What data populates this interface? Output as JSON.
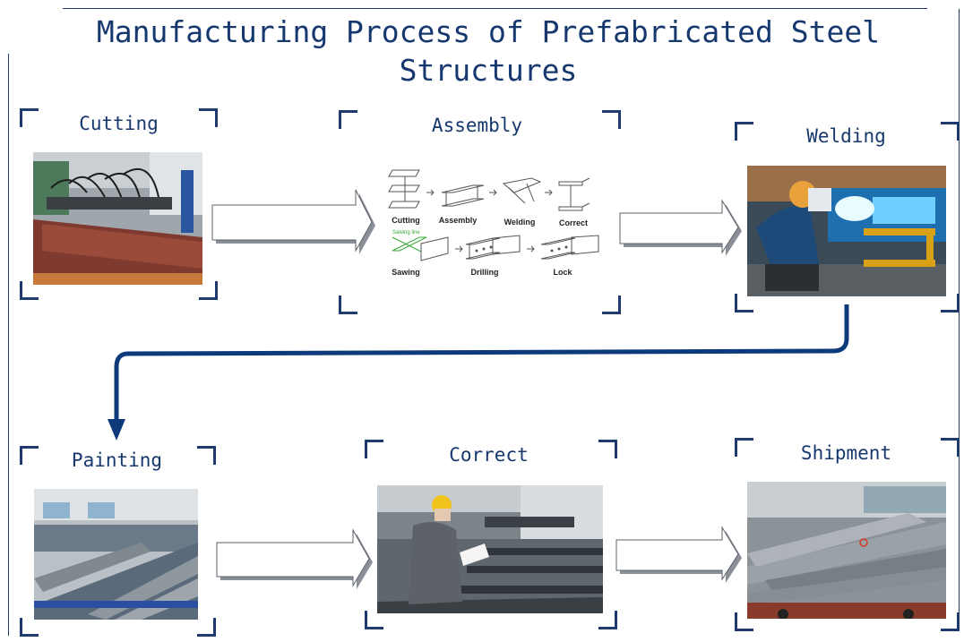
{
  "title": "Manufacturing Process of Prefabricated Steel Structures",
  "steps": {
    "cutting": "Cutting",
    "assembly": "Assembly",
    "welding": "Welding",
    "painting": "Painting",
    "correct": "Correct",
    "shipment": "Shipment"
  },
  "assembly_diagram": {
    "row1": [
      "Cutting",
      "Assembly",
      "Welding",
      "Correct"
    ],
    "row2": [
      "Sawing",
      "Drilling",
      "Lock"
    ],
    "sawing_line": "Sawing line"
  },
  "colors": {
    "title": "#16386e",
    "connector": "#0d3a7a",
    "arrow_fill": "#ffffff",
    "arrow_shadow": "#8a8f98"
  }
}
